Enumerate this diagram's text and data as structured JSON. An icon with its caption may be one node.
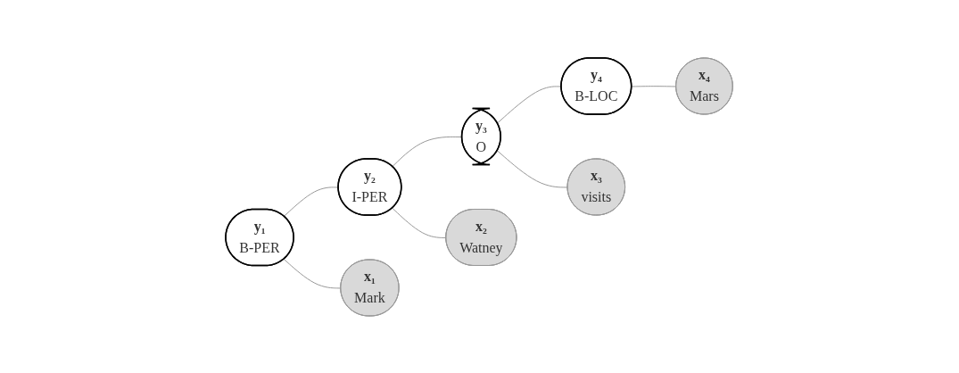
{
  "diagram": {
    "nodes": [
      {
        "text": [
          "y₁",
          "B-PER"
        ]
      },
      {
        "text": [
          "y₂",
          "I-PER"
        ]
      },
      {
        "text": [
          "y₃",
          "O"
        ]
      },
      {
        "text": [
          "y₄",
          "B-LOC"
        ]
      },
      {
        "text": [
          "x₁",
          "Mark"
        ]
      },
      {
        "text": [
          "x₂",
          "Watney"
        ]
      },
      {
        "text": [
          "x₃",
          "visits"
        ]
      },
      {
        "text": [
          "x₄",
          "Mars"
        ]
      }
    ],
    "edges": [
      {
        "from": 0,
        "to": 1,
        "arrow": "none"
      },
      {
        "from": 1,
        "to": 2,
        "arrow": "none"
      },
      {
        "from": 2,
        "to": 3,
        "arrow": "none"
      },
      {
        "from": 0,
        "to": 4,
        "arrow": "none"
      },
      {
        "from": 1,
        "to": 5,
        "arrow": "none"
      },
      {
        "from": 2,
        "to": 6,
        "arrow": "none"
      },
      {
        "from": 3,
        "to": 7,
        "arrow": "none"
      }
    ]
  }
}
